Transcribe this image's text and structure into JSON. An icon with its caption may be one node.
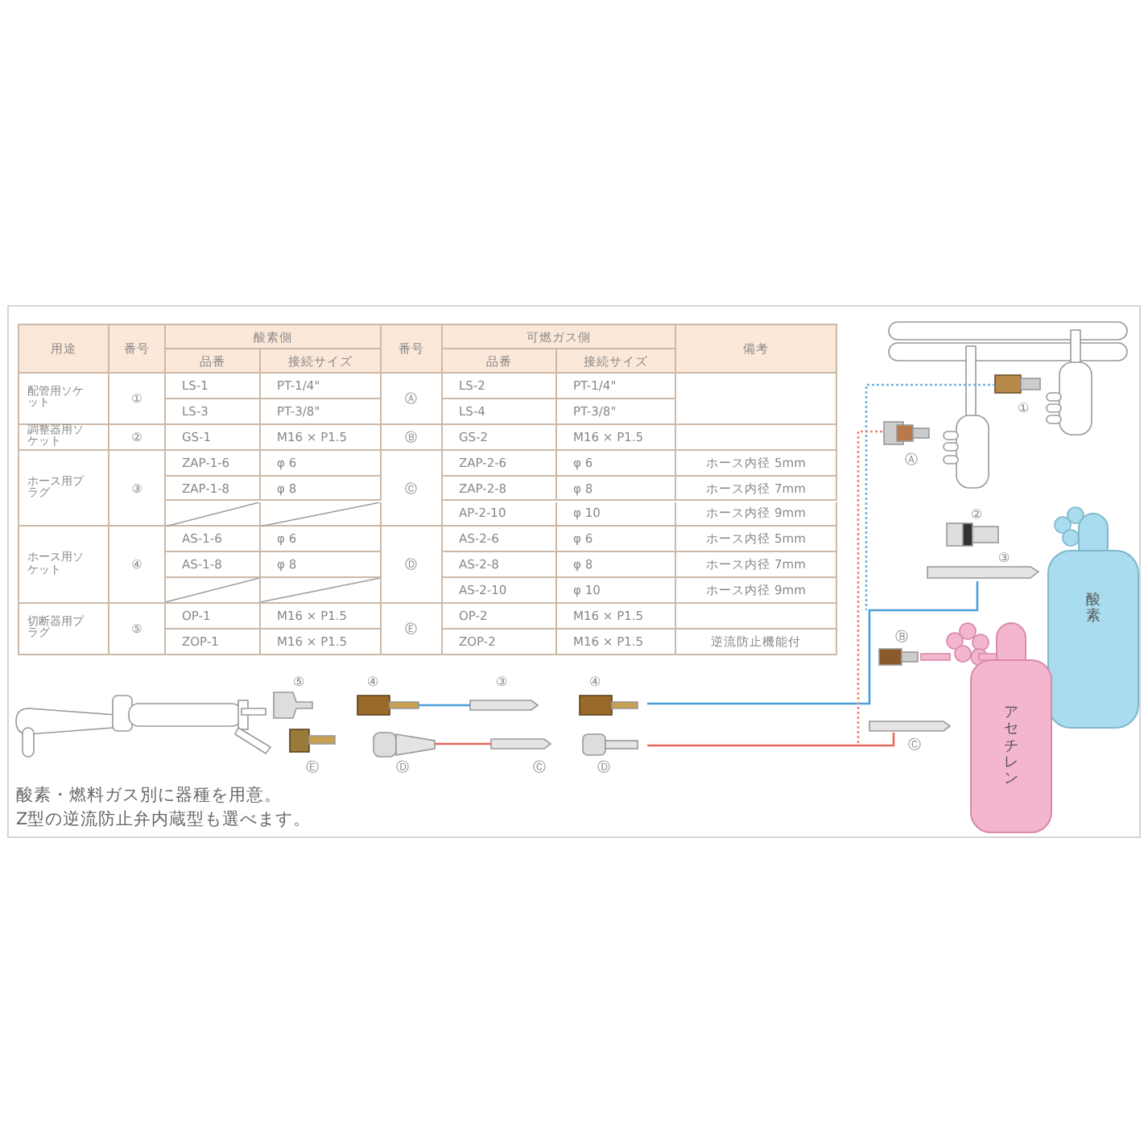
{
  "diagram": {
    "nodes": [
      {
        "text": [
          "酸素"
        ]
      },
      {
        "text": [
          "アセチレン"
        ]
      }
    ],
    "labels": [
      "用途",
      "番号",
      "酸素側",
      "番号",
      "可燃ガス側",
      "備考",
      "品番",
      "接続サイズ",
      "品番",
      "接続サイズ",
      "配管用ソケット",
      "①",
      "LS-1",
      "PT-1/4\"",
      "Ⓐ",
      "LS-2",
      "PT-1/4\"",
      "LS-3",
      "PT-3/8\"",
      "LS-4",
      "PT-3/8\"",
      "調整器用ソケット",
      "②",
      "GS-1",
      "M16 × P1.5",
      "Ⓑ",
      "GS-2",
      "M16 × P1.5",
      "ホース用プラグ",
      "③",
      "ZAP-1-6",
      "φ 6",
      "Ⓒ",
      "ZAP-2-6",
      "φ 6",
      "ホース内径 5mm",
      "ZAP-1-8",
      "φ 8",
      "ZAP-2-8",
      "φ 8",
      "ホース内径 7mm",
      "AP-2-10",
      "φ 10",
      "ホース内径 9mm",
      "ホース用ソケット",
      "④",
      "AS-1-6",
      "φ 6",
      "Ⓓ",
      "AS-2-6",
      "φ 6",
      "ホース内径 5mm",
      "AS-1-8",
      "φ 8",
      "AS-2-8",
      "φ 8",
      "ホース内径 7mm",
      "AS-2-10",
      "φ 10",
      "ホース内径 9mm",
      "切断器用プラグ",
      "⑤",
      "OP-1",
      "M16 × P1.5",
      "Ⓔ",
      "OP-2",
      "M16 × P1.5",
      "ZOP-1",
      "M16 × P1.5",
      "ZOP-2",
      "M16 × P1.5",
      "逆流防止機能付",
      "①",
      "Ⓐ",
      "②",
      "③",
      "Ⓑ",
      "Ⓒ",
      "⑤",
      "④",
      "③",
      "④",
      "Ⓔ",
      "Ⓓ",
      "Ⓒ",
      "Ⓓ",
      "酸素・燃料ガス別に器種を用意。",
      "Z型の逆流防止弁内蔵型も選べます。"
    ]
  }
}
